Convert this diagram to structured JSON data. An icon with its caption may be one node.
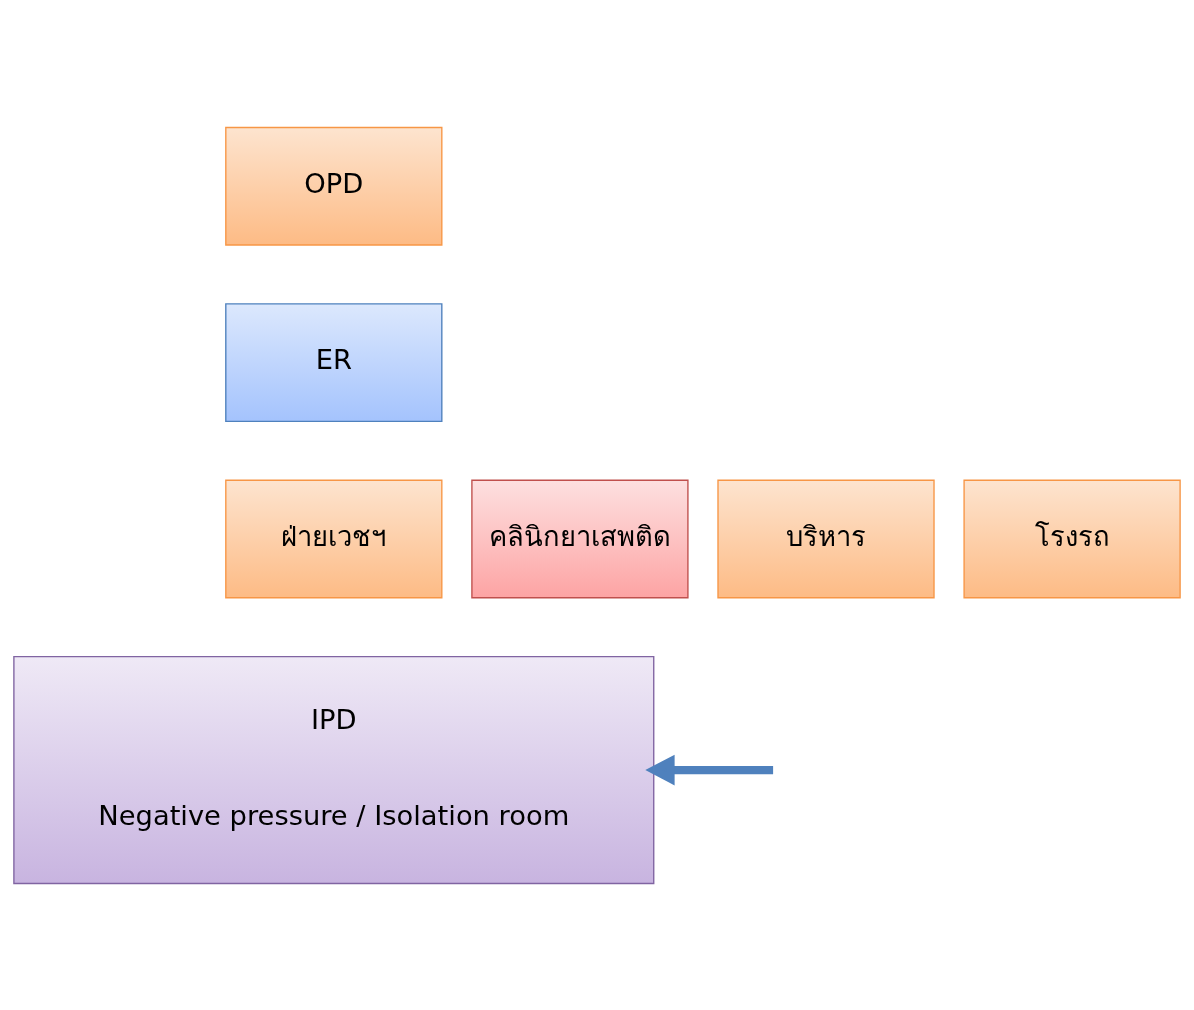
{
  "diagram": {
    "nodes": [
      {
        "text": [
          "OPD"
        ]
      },
      {
        "text": [
          "ER"
        ]
      },
      {
        "text": [
          "ฝ่ายเวชฯ"
        ]
      },
      {
        "text": [
          "คลินิกยาเสพติด"
        ]
      },
      {
        "text": [
          "บริหาร"
        ]
      },
      {
        "text": [
          "โรงรถ"
        ]
      },
      {
        "text": [
          "IPD",
          "Negative pressure / Isolation room"
        ]
      }
    ],
    "edges": [
      {
        "from": null,
        "to": 6,
        "arrow": "to"
      }
    ]
  }
}
